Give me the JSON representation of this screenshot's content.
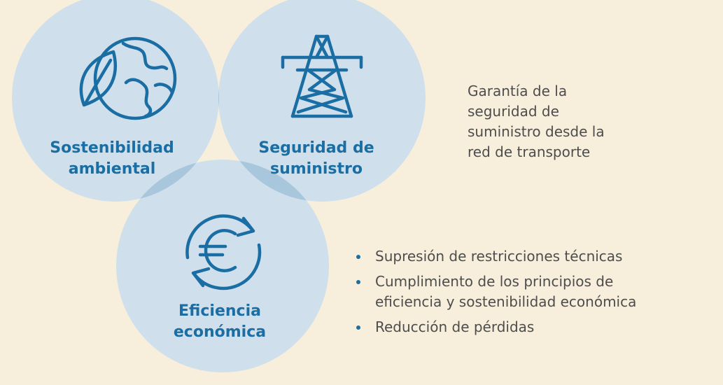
{
  "diagram": {
    "circles": [
      {
        "id": "sostenibilidad",
        "label_lines": [
          "Sostenibilidad",
          "ambiental"
        ],
        "icon": "globe-leaf-icon"
      },
      {
        "id": "seguridad",
        "label_lines": [
          "Seguridad de",
          "suministro"
        ],
        "icon": "power-tower-icon"
      },
      {
        "id": "eficiencia",
        "label_lines": [
          "Eficiencia",
          "económica"
        ],
        "icon": "euro-cycle-icon"
      }
    ],
    "seguridad_description_lines": [
      "Garantía de la",
      "seguridad de",
      "suministro desde la",
      "red de transporte"
    ],
    "eficiencia_bullets": [
      {
        "lines": [
          "Supresión de restricciones técnicas"
        ]
      },
      {
        "lines": [
          "Cumplimiento de los principios de",
          "eficiencia y sostenibilidad económica"
        ]
      },
      {
        "lines": [
          "Reducción de pérdidas"
        ]
      }
    ]
  },
  "colors": {
    "background": "#f7efdc",
    "circle_fill": "#cfe0ec",
    "overlap_fill": "#a8c6dc",
    "accent": "#1a6ea3",
    "text": "#4d4d4d"
  }
}
